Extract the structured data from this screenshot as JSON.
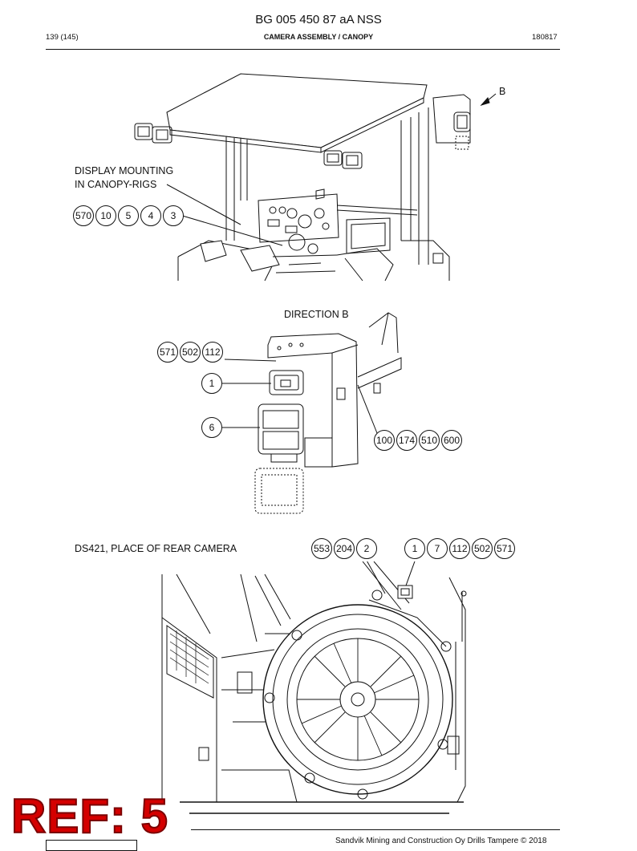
{
  "header": {
    "doc_title": "BG 005 450 87 aA NSS",
    "page": "139 (145)",
    "section": "CAMERA ASSEMBLY / CANOPY",
    "date": "180817"
  },
  "view1": {
    "arrow_label": "B",
    "callout_line1": "DISPLAY MOUNTING",
    "callout_line2": "IN CANOPY-RIGS",
    "bubbles": [
      "570",
      "10",
      "5",
      "4",
      "3"
    ]
  },
  "view2": {
    "title": "DIRECTION B",
    "bubbles_top": [
      "571",
      "502",
      "112"
    ],
    "bubble_a": "1",
    "bubble_b": "6",
    "bubbles_right": [
      "100",
      "174",
      "510",
      "600"
    ]
  },
  "view3": {
    "title": "DS421, PLACE OF REAR CAMERA",
    "bubbles_left": [
      "553",
      "204",
      "2"
    ],
    "bubbles_right": [
      "1",
      "7",
      "112",
      "502",
      "571"
    ]
  },
  "stamp": {
    "text": "REF: 5",
    "color": "#d40000"
  },
  "footer": {
    "copyright": "Sandvik Mining and Construction Oy Drills Tampere © 2018"
  }
}
